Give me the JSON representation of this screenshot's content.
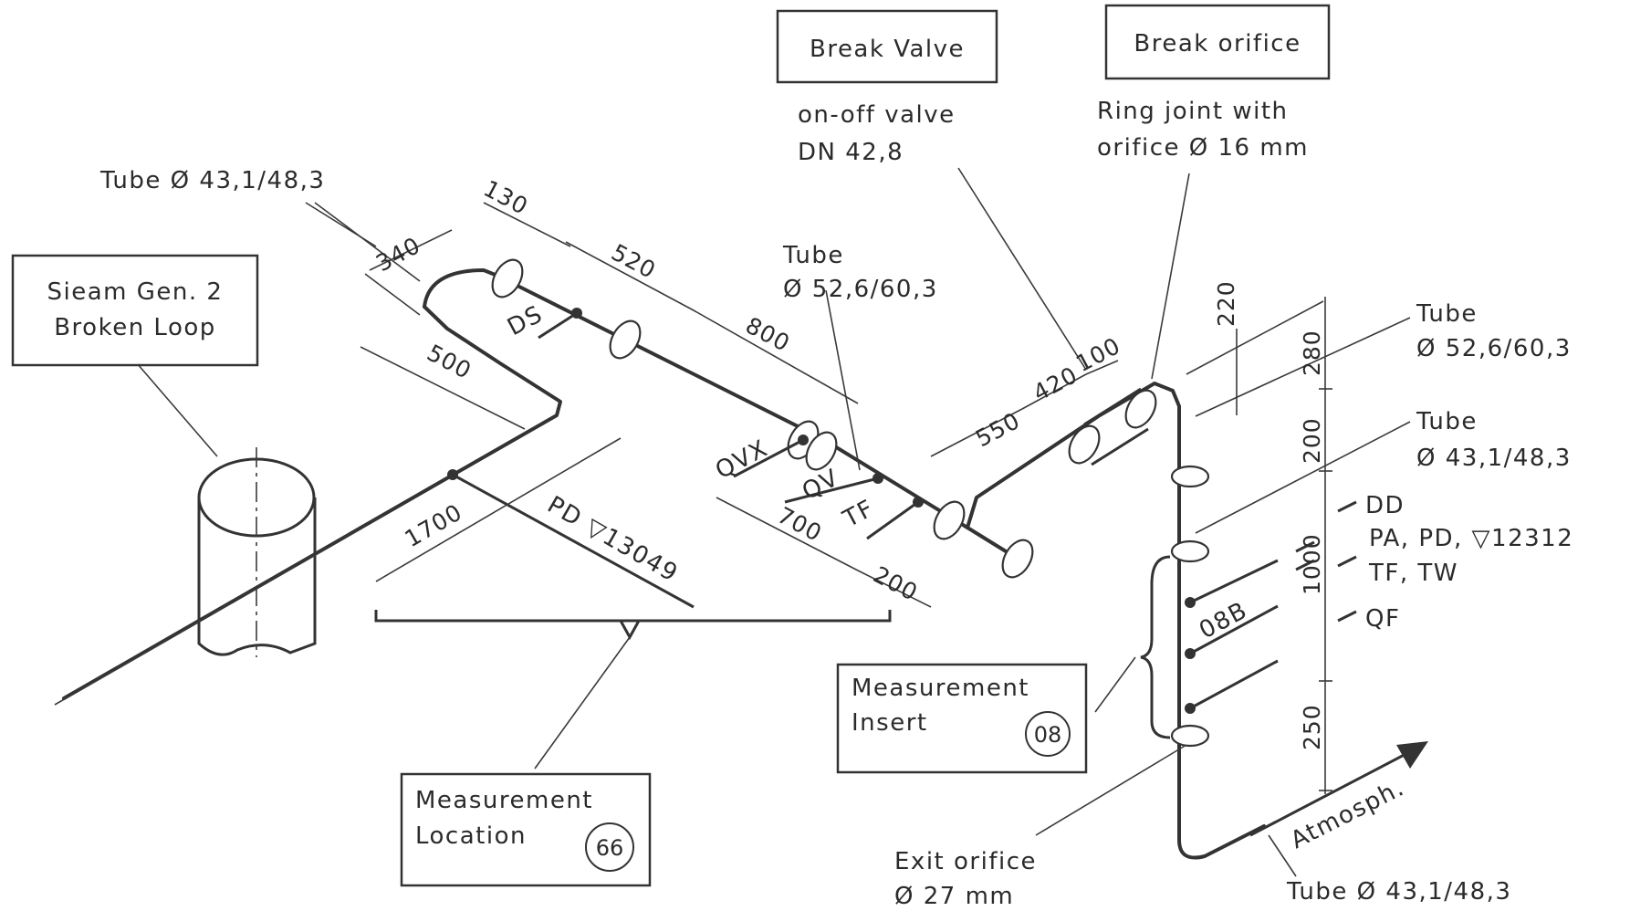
{
  "boxes": {
    "break_valve": "Break Valve",
    "break_orifice": "Break orifice",
    "steam_gen_line1": "Sieam Gen. 2",
    "steam_gen_line2": "Broken Loop",
    "meas_insert_line1": "Measurement",
    "meas_insert_line2": "Insert",
    "meas_insert_num": "08",
    "meas_location_line1": "Measurement",
    "meas_location_line2": "Location",
    "meas_location_num": "66"
  },
  "labels": {
    "valve_desc_1": "on-off valve",
    "valve_desc_2": "DN 42,8",
    "orifice_desc_1": "Ring joint with",
    "orifice_desc_2": "orifice Ø 16 mm",
    "tube_small_top": "Tube Ø 43,1/48,3",
    "tube_mid_1": "Tube",
    "tube_mid_2": "Ø 52,6/60,3",
    "tube_right1_1": "Tube",
    "tube_right1_2": "Ø 52,6/60,3",
    "tube_right2_1": "Tube",
    "tube_right2_2": "Ø 43,1/48,3",
    "tube_bottom": "Tube Ø 43,1/48,3",
    "exit_orifice_1": "Exit orifice",
    "exit_orifice_2": "Ø 27 mm",
    "atmosph": "Atmosph.",
    "dd": "DD",
    "pa_pd": "PA, PD, ▽12312",
    "tf_tw": "TF, TW",
    "qf": "QF",
    "ds": "DS",
    "qvx": "QVX",
    "qv": "QV",
    "tf": "TF",
    "pd": "PD ▽13049",
    "b08": "08B"
  },
  "dimensions": {
    "d130": "130",
    "d340": "340",
    "d520": "520",
    "d500": "500",
    "d800": "800",
    "d1700": "1700",
    "d700": "700",
    "d200b": "200",
    "d550": "550",
    "d420": "420",
    "d100": "100",
    "d220": "220",
    "d280": "280",
    "d200v": "200",
    "d1000": "1000",
    "d250": "250"
  }
}
